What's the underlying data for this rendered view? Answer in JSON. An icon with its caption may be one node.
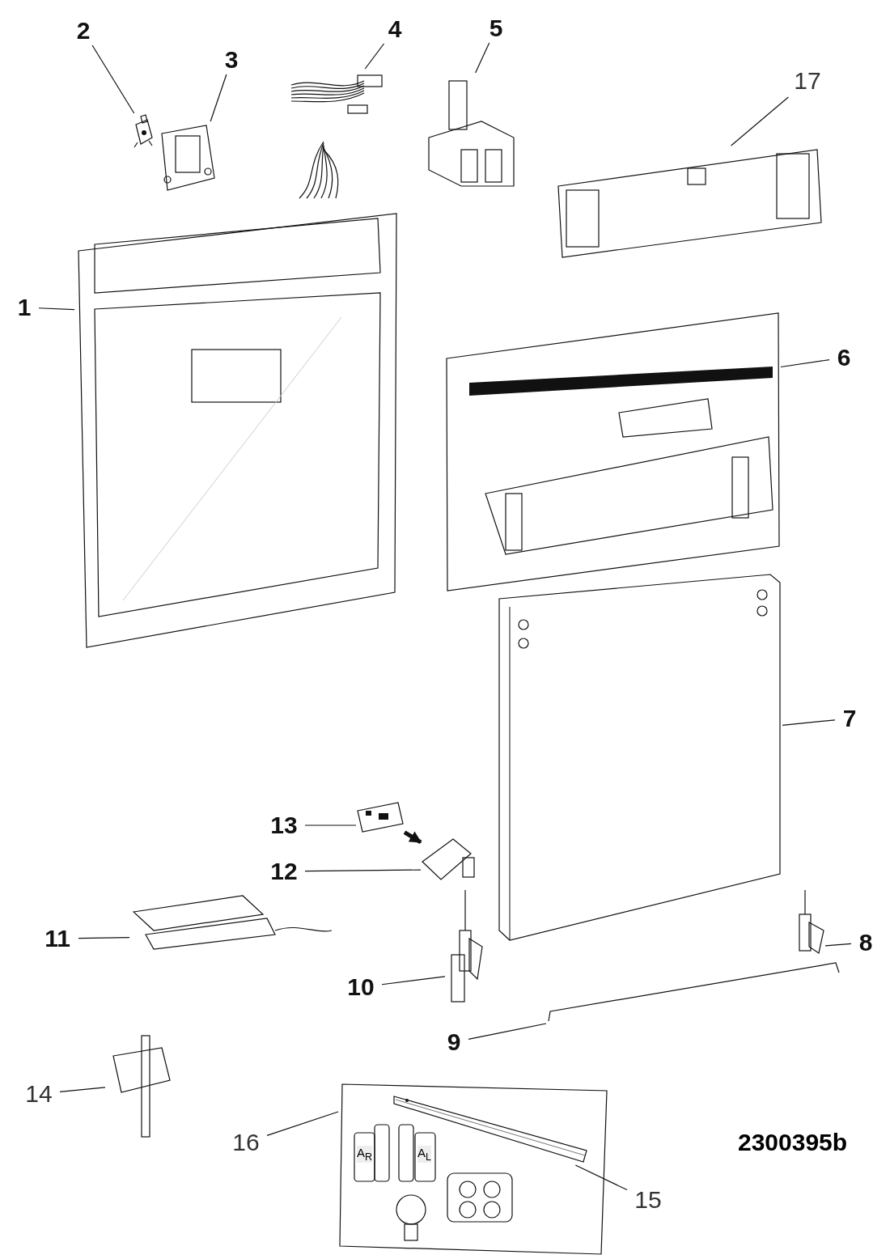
{
  "diagram": {
    "nodes": [
      {
        "text": [
          "2"
        ]
      },
      {
        "text": [],
        "shape": "picture"
      },
      {
        "text": [
          "3"
        ]
      },
      {
        "text": [],
        "shape": "picture"
      },
      {
        "text": [
          "4"
        ]
      },
      {
        "text": [],
        "shape": "picture"
      },
      {
        "text": [
          "5"
        ]
      },
      {
        "text": [],
        "shape": "picture"
      },
      {
        "text": [
          "17"
        ]
      },
      {
        "text": [],
        "shape": "picture"
      },
      {
        "text": [
          "1"
        ]
      },
      {
        "text": [],
        "shape": "picture"
      },
      {
        "text": [
          "6"
        ]
      },
      {
        "text": [],
        "shape": "picture"
      },
      {
        "text": [
          "7"
        ]
      },
      {
        "text": [],
        "shape": "picture"
      },
      {
        "text": [
          "13"
        ]
      },
      {
        "text": [],
        "shape": "picture"
      },
      {
        "text": [
          "12"
        ]
      },
      {
        "text": [],
        "shape": "picture"
      },
      {
        "text": [
          "11"
        ]
      },
      {
        "text": [],
        "shape": "picture"
      },
      {
        "text": [
          "8"
        ]
      },
      {
        "text": [],
        "shape": "picture"
      },
      {
        "text": [
          "10"
        ]
      },
      {
        "text": [],
        "shape": "picture"
      },
      {
        "text": [
          "9"
        ]
      },
      {
        "text": [],
        "shape": "picture"
      },
      {
        "text": [
          "14"
        ]
      },
      {
        "text": [],
        "shape": "picture"
      },
      {
        "text": [
          "16"
        ]
      },
      {
        "text": [],
        "shape": "picture"
      },
      {
        "text": [],
        "shape": "picture",
        "in": 31
      },
      {
        "text": [
          "15"
        ]
      }
    ],
    "edges": [
      {
        "from": 0,
        "to": 1,
        "arrow": "none"
      },
      {
        "from": 2,
        "to": 3,
        "arrow": "none"
      },
      {
        "from": 4,
        "to": 5,
        "arrow": "none"
      },
      {
        "from": 6,
        "to": 7,
        "arrow": "none"
      },
      {
        "from": 8,
        "to": 9,
        "arrow": "none"
      },
      {
        "from": 10,
        "to": 11,
        "arrow": "none"
      },
      {
        "from": 12,
        "to": 13,
        "arrow": "none"
      },
      {
        "from": 14,
        "to": 15,
        "arrow": "none"
      },
      {
        "from": 16,
        "to": 17,
        "arrow": "none"
      },
      {
        "from": 17,
        "to": 19,
        "arrow": "to",
        "style": "thick"
      },
      {
        "from": 18,
        "to": 19,
        "arrow": "none"
      },
      {
        "from": 20,
        "to": 21,
        "arrow": "none"
      },
      {
        "from": 22,
        "to": 23,
        "arrow": "none"
      },
      {
        "from": 24,
        "to": 25,
        "arrow": "none"
      },
      {
        "from": 26,
        "to": 27,
        "arrow": "none"
      },
      {
        "from": 28,
        "to": 29,
        "arrow": "none"
      },
      {
        "from": 30,
        "to": 31,
        "arrow": "none"
      },
      {
        "from": 33,
        "to": 32,
        "arrow": "none"
      }
    ],
    "labels": [
      "A$_{R}$",
      "A$_{L}$",
      "2300395b"
    ]
  }
}
